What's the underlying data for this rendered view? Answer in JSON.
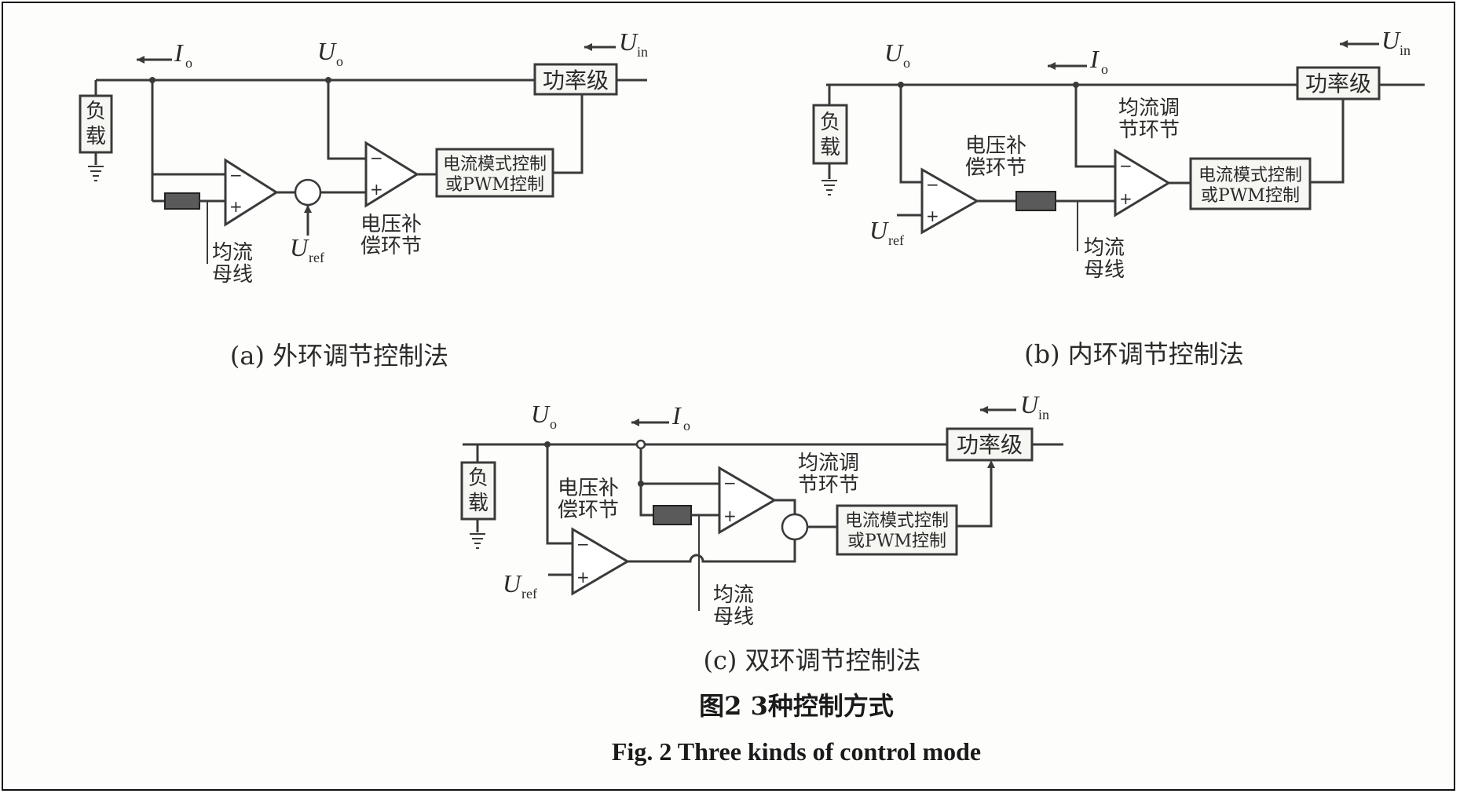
{
  "labels": {
    "io": "I",
    "io_sub": "o",
    "uo": "U",
    "uo_sub": "o",
    "uin": "U",
    "uin_sub": "in",
    "uref": "U",
    "uref_sub": "ref",
    "power_stage": "功率级",
    "load_1": "负",
    "load_2": "载",
    "pwm_line1": "电流模式控制",
    "pwm_line2": "或PWM控制",
    "volt_comp_1": "电压补",
    "volt_comp_2": "偿环节",
    "share_bus_1": "均流",
    "share_bus_2": "母线",
    "share_reg_1": "均流调",
    "share_reg_2": "节环节",
    "plus": "+",
    "minus": "−"
  },
  "captions": {
    "a": "(a) 外环调节控制法",
    "b": "(b) 内环调节控制法",
    "c": "(c) 双环调节控制法"
  },
  "figure": {
    "title_cn": "图2   3种控制方式",
    "title_en": "Fig. 2  Three kinds of control mode"
  }
}
